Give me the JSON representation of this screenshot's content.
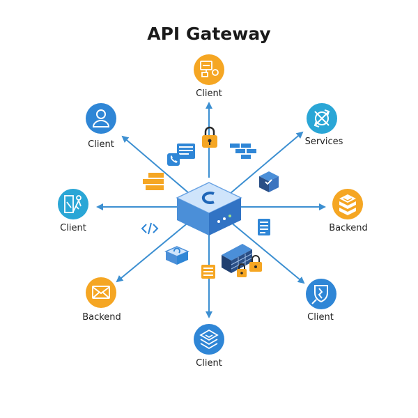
{
  "title": "API Gateway",
  "colors": {
    "blue": "#2f86d6",
    "orange": "#f5a623",
    "arrow": "#3c8fd1",
    "hub_top": "#cfe4fb",
    "hub_side": "#4b8fd8",
    "firewall": "#2a4f86"
  },
  "nodes": [
    {
      "id": "top",
      "label": "Client",
      "color": "orange",
      "icon": "network-diagram-icon"
    },
    {
      "id": "top-left",
      "label": "Client",
      "color": "blue",
      "icon": "user-icon"
    },
    {
      "id": "top-right",
      "label": "Services",
      "color": "blue",
      "icon": "services-arrows-icon"
    },
    {
      "id": "left",
      "label": "Client",
      "color": "blue",
      "icon": "person-door-icon"
    },
    {
      "id": "right",
      "label": "Backend",
      "color": "orange",
      "icon": "stacked-boxes-icon"
    },
    {
      "id": "bottom-left",
      "label": "Backend",
      "color": "orange",
      "icon": "envelope-icon"
    },
    {
      "id": "bottom-right",
      "label": "Client",
      "color": "blue",
      "icon": "broken-shield-icon"
    },
    {
      "id": "bottom",
      "label": "Client",
      "color": "blue",
      "icon": "layers-icon"
    }
  ],
  "hub": {
    "icon": "gateway-hub-icon"
  }
}
